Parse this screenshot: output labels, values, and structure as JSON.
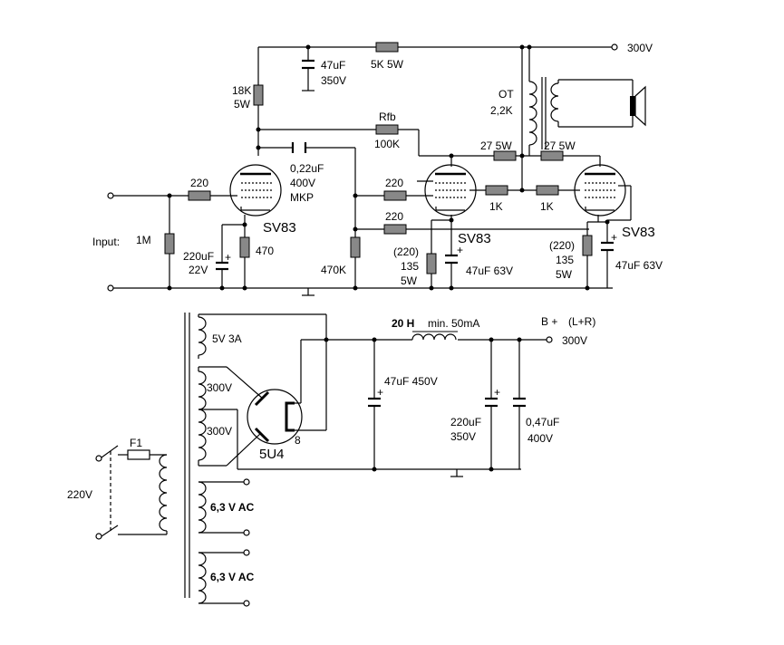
{
  "amp": {
    "supply_label": "300V",
    "filter_cap": [
      "47uF",
      "350V"
    ],
    "dropper": "5K 5W",
    "plate_res": [
      "18K",
      "5W"
    ],
    "rfb_name": "Rfb",
    "rfb_value": "100K",
    "coupling_cap": [
      "0,22uF",
      "400V",
      "MKP"
    ],
    "input_label": "Input:",
    "input_res": "1M",
    "grid_stop_1": "220",
    "tube_label": "SV83",
    "cathode_cap_1": [
      "220uF",
      "22V"
    ],
    "cathode_res_1": "470",
    "grid_res_2": "220",
    "grid_res_3": "220",
    "grid_leak": "470K",
    "cathode_res_2": [
      "(220)",
      "135",
      "5W"
    ],
    "cathode_cap_2": "47uF  63V",
    "screen_res": "27 5W",
    "g2_res": "1K",
    "ot_label": [
      "OT",
      "2,2K"
    ],
    "cathode_res_3": [
      "(220)",
      "135",
      "5W"
    ],
    "cathode_cap_3": "47uF  63V"
  },
  "psu": {
    "winding_5v": "5V 3A",
    "winding_hv_a": "300V",
    "winding_hv_b": "300V",
    "rectifier": "5U4",
    "pin_8": "8",
    "reservoir_cap": "47uF 450V",
    "choke_value": "20 H",
    "choke_rating": "min. 50mA",
    "b_plus": "B +",
    "b_plus_note": "(L+R)",
    "out_voltage": "300V",
    "filter_cap_a": [
      "220uF",
      "350V"
    ],
    "filter_cap_b": [
      "0,47uF",
      "400V"
    ],
    "fuse": "F1",
    "mains": "220V",
    "heater_1": "6,3 V AC",
    "heater_2": "6,3 V AC"
  }
}
